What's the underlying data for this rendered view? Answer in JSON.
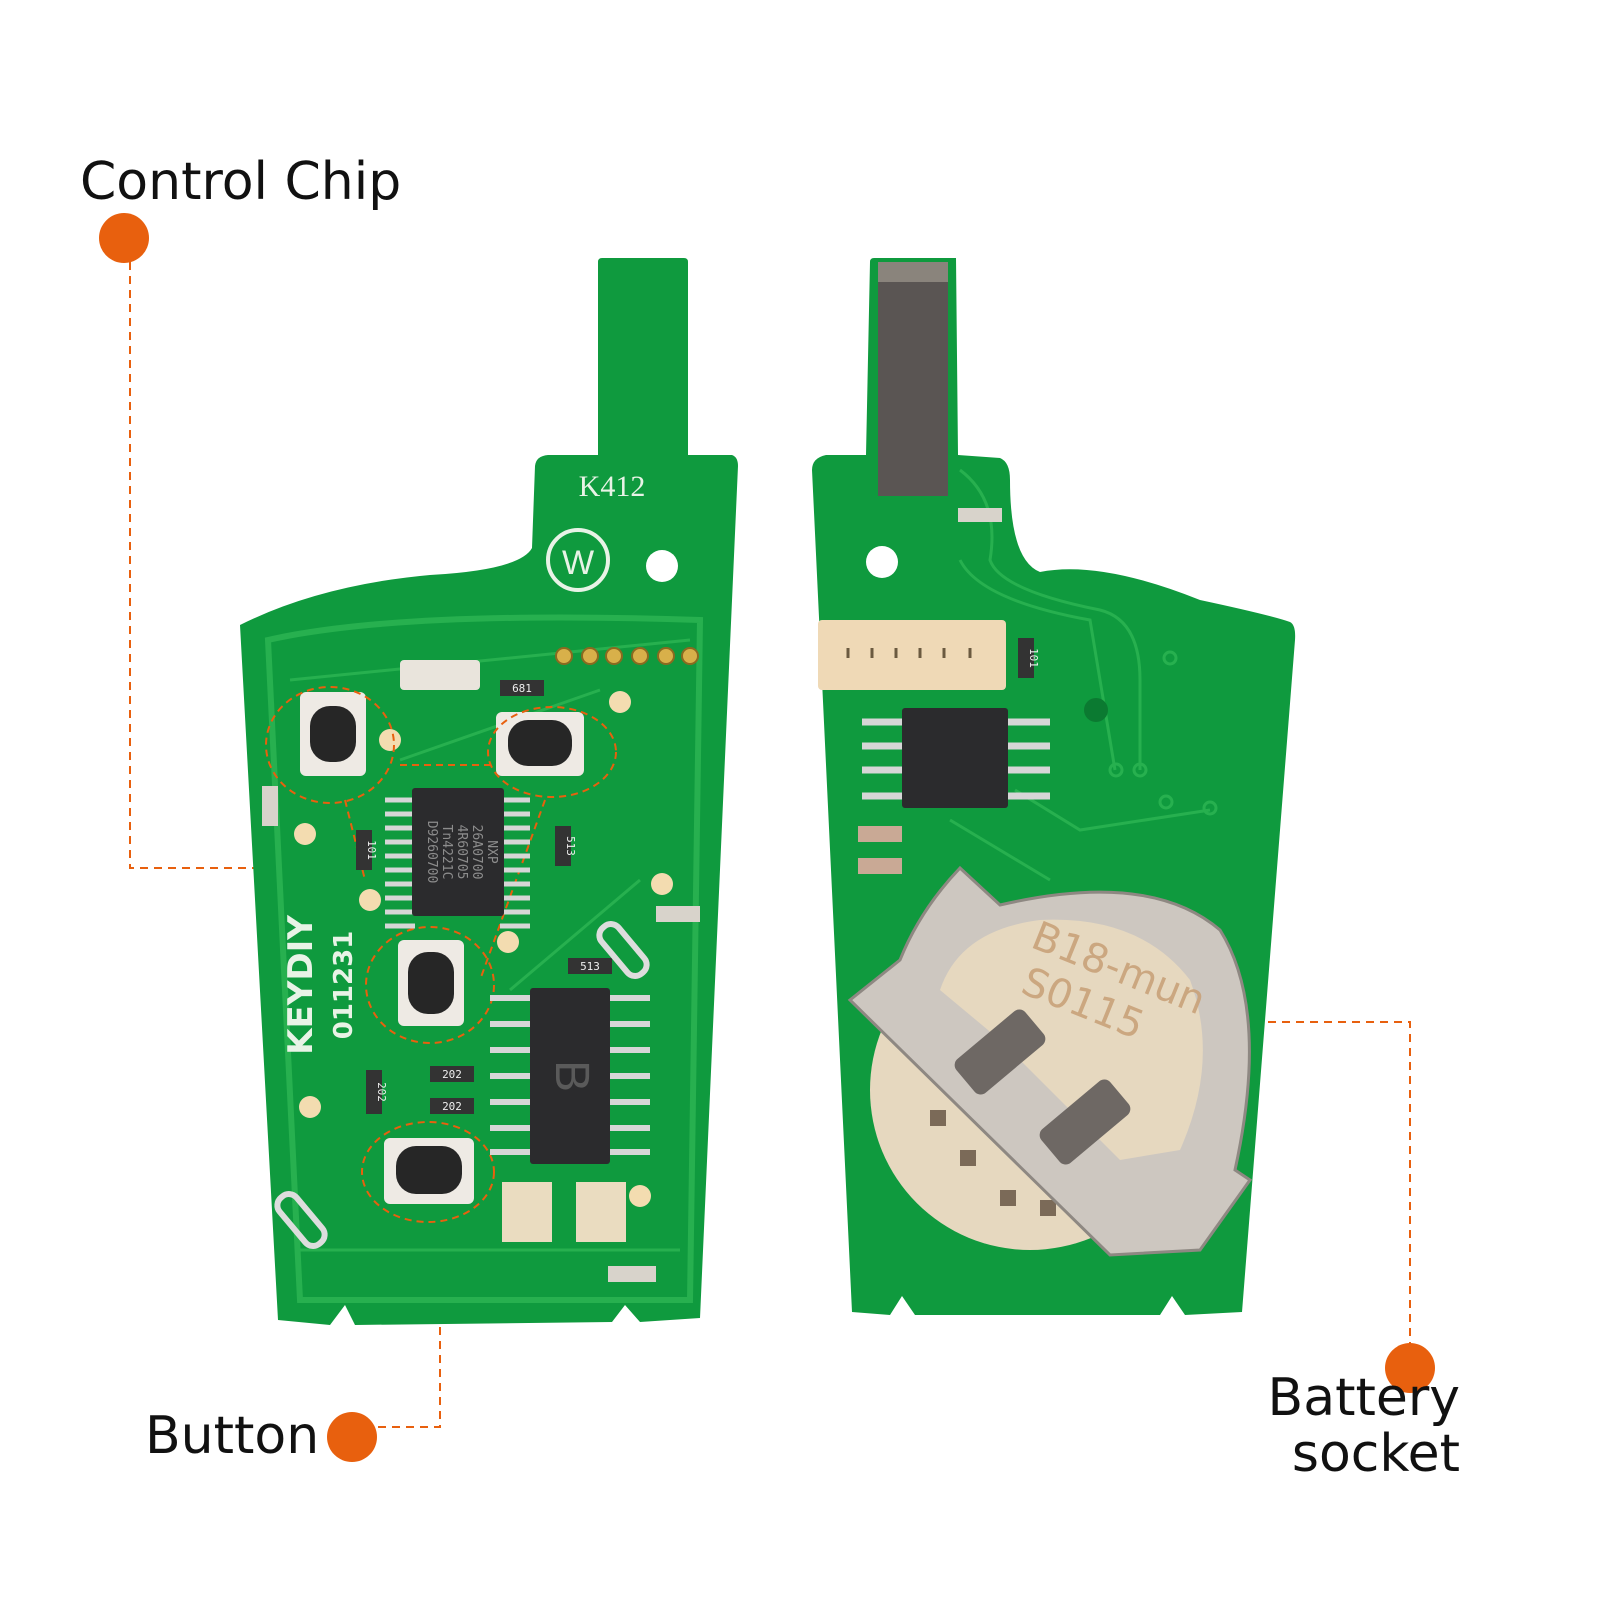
{
  "colors": {
    "accent": "#e8600e",
    "pcb": "#0f9a3e",
    "pcb_trace": "#27b04f",
    "silk": "#e8f3e6",
    "metal": "#c9c4be",
    "chip": "#2b2b2d"
  },
  "callouts": {
    "control_chip": "Control Chip",
    "button": "Button",
    "battery_line1": "Battery",
    "battery_line2": "socket"
  },
  "board_front": {
    "model": "K412",
    "brand": "KEYDIY",
    "code": "011231",
    "main_chip_lines": [
      "NXP",
      "26A0700",
      "4R60705",
      "Tn4221C",
      "D9260700"
    ],
    "driver_chip_mark": "B",
    "resistor_labels": [
      "681",
      "101",
      "513",
      "513",
      "202",
      "202",
      "202"
    ]
  },
  "board_back": {
    "battery_marking_lines": [
      "B18-mun",
      "S0115"
    ],
    "resistor_label": "101"
  }
}
